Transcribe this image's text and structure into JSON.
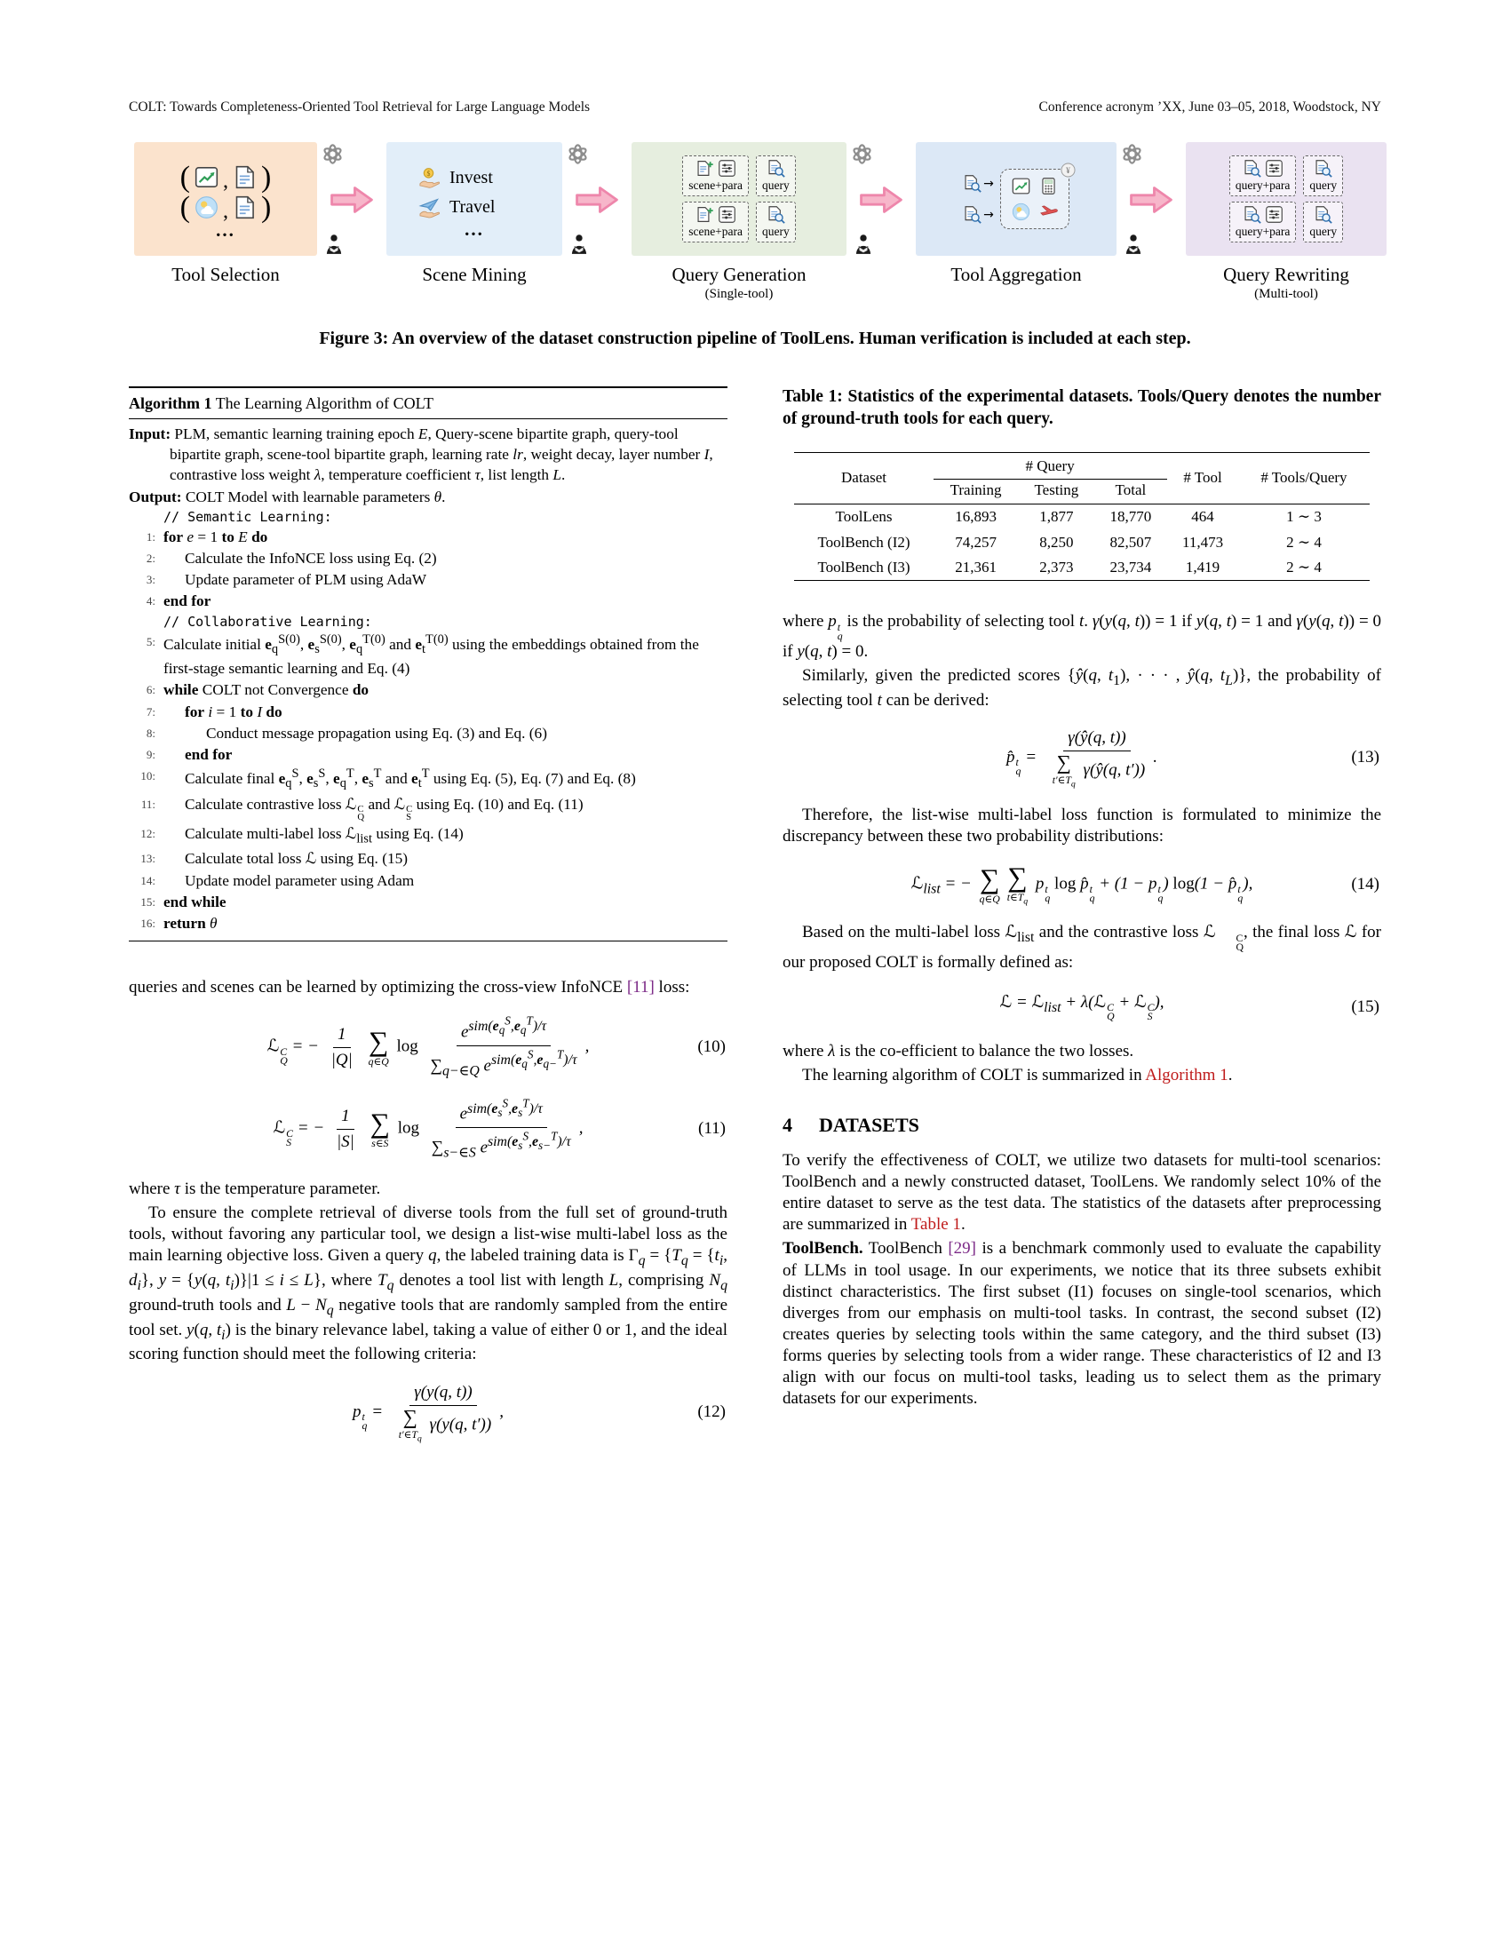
{
  "header": {
    "left": "COLT: Towards Completeness-Oriented Tool Retrieval for Large Language Models",
    "right": "Conference acronym ’XX, June 03–05, 2018, Woodstock, NY"
  },
  "colors": {
    "stage_tool_selection": "#fbe3cd",
    "stage_scene_mining": "#e2eef9",
    "stage_query_generation": "#e6eedf",
    "stage_tool_aggregation": "#dce8f6",
    "stage_query_rewriting": "#eae2f1",
    "arrow_pink": "#f7b6ca",
    "cite_purple": "#7c2a87",
    "ref_red": "#bf1a1a"
  },
  "figure": {
    "caption": "Figure 3: An overview of the dataset construction pipeline of ToolLens. Human verification is included at each step.",
    "ellipsis": "...",
    "paren_open": "(",
    "paren_close": ")",
    "comma": ",",
    "mini_arrow": "→",
    "stages": [
      {
        "label": "Tool Selection",
        "sublabel": ""
      },
      {
        "label": "Scene Mining",
        "sublabel": ""
      },
      {
        "label": "Query Generation",
        "sublabel": "(Single-tool)"
      },
      {
        "label": "Tool Aggregation",
        "sublabel": ""
      },
      {
        "label": "Query Rewriting",
        "sublabel": "(Multi-tool)"
      }
    ],
    "scene_mining": {
      "items": [
        "Invest",
        "Travel"
      ]
    },
    "query_generation": {
      "box1": "scene+para",
      "box2": "query"
    },
    "query_rewriting": {
      "box1": "query+para",
      "box2": "query"
    },
    "icons": [
      "chart-icon",
      "document-icon",
      "weather-icon",
      "invest-icon",
      "travel-icon",
      "scene-plus-icon",
      "sliders-icon",
      "query-doc-icon",
      "calculator-icon",
      "yen-coin-icon",
      "plane-icon",
      "gpt-icon",
      "person-icon",
      "arrow-right-icon"
    ]
  },
  "algorithm": {
    "title_label": "Algorithm 1",
    "title_text": "The Learning Algorithm of COLT",
    "input_html": "<b>Input:</b> PLM, semantic learning training epoch <i>E</i>, Query-scene bipartite graph, query-tool bipartite graph, scene-tool bipartite graph, learning rate <i>lr</i>, weight decay, layer number <i>I</i>, contrastive loss weight <i>λ</i>, temperature coefficient <i>τ</i>, list length <i>L</i>.",
    "output_html": "<b>Output:</b> COLT Model with learnable parameters <i>θ</i>.",
    "lines": [
      {
        "num": "",
        "html": "// Semantic Learning:"
      },
      {
        "num": "1:",
        "html": "<b>for</b> <i>e</i> = 1 <b>to</b> <i>E</i> <b>do</b>"
      },
      {
        "num": "2:",
        "html": "Calculate the InfoNCE loss using Eq. (2)"
      },
      {
        "num": "3:",
        "html": "Update parameter of PLM using AdaW"
      },
      {
        "num": "4:",
        "html": "<b>end for</b>"
      },
      {
        "num": "",
        "html": "// Collaborative Learning:"
      },
      {
        "num": "5:",
        "html": "Calculate initial <b>e</b><sub>q</sub><sup>S(0)</sup>, <b>e</b><sub>s</sub><sup>S(0)</sup>, <b>e</b><sub>q</sub><sup>T(0)</sup> and <b>e</b><sub>t</sub><sup>T(0)</sup> using the embeddings obtained from the first-stage semantic learning and Eq. (4)"
      },
      {
        "num": "6:",
        "html": "<b>while</b> COLT not Convergence <b>do</b>"
      },
      {
        "num": "7:",
        "html": "<b>for</b> <i>i</i> = 1 <b>to</b> <i>I</i> <b>do</b>"
      },
      {
        "num": "8:",
        "html": "Conduct message propagation using Eq. (3) and Eq. (6)"
      },
      {
        "num": "9:",
        "html": "<b>end for</b>"
      },
      {
        "num": "10:",
        "html": "Calculate final <b>e</b><sub>q</sub><sup>S</sup>, <b>e</b><sub>s</sub><sup>S</sup>, <b>e</b><sub>q</sub><sup>T</sup>, <b>e</b><sub>s</sub><sup>T</sup> and <b>e</b><sub>t</sub><sup>T</sup> using Eq. (5), Eq. (7) and Eq. (8)"
      },
      {
        "num": "11:",
        "html": "Calculate contrastive loss ℒ<span class='ss'><span>C</span><span>Q</span></span> and ℒ<span class='ss'><span>C</span><span>S</span></span> using Eq. (10) and Eq. (11)"
      },
      {
        "num": "12:",
        "html": "Calculate multi-label loss ℒ<sub>list</sub> using Eq. (14)"
      },
      {
        "num": "13:",
        "html": "Calculate total loss ℒ using Eq. (15)"
      },
      {
        "num": "14:",
        "html": "Update model parameter using Adam"
      },
      {
        "num": "15:",
        "html": "<b>end while</b>"
      },
      {
        "num": "16:",
        "html": "<b>return</b> <i>θ</i>"
      }
    ]
  },
  "left_column": {
    "p1_html": "queries and scenes can be learned by optimizing the cross-view InfoNCE <span class='cite'>[11]</span> loss:",
    "p2_html": "where <i>τ</i> is the temperature parameter.",
    "p3_html": "To ensure the complete retrieval of diverse tools from the full set of ground-truth tools, without favoring any particular tool, we design a list-wise multi-label loss as the main learning objective loss. Given a query <i>q</i>, the labeled training data is Γ<sub><i>q</i></sub> = {<i>T<sub>q</sub></i> = {<i>t<sub>i</sub></i>, <i>d<sub>i</sub></i>}, <i>y</i> = {<i>y</i>(<i>q</i>, <i>t<sub>i</sub></i>)}|1 ≤ <i>i</i> ≤ <i>L</i>}, where <i>T<sub>q</sub></i> denotes a tool list with length <i>L</i>, comprising <i>N<sub>q</sub></i> ground-truth tools and <i>L</i> − <i>N<sub>q</sub></i> negative tools that are randomly sampled from the entire tool set. <i>y</i>(<i>q</i>, <i>t<sub>i</sub></i>) is the binary relevance label, taking a value of either 0 or 1, and the ideal scoring function should meet the following criteria:"
  },
  "equations": {
    "eq10": {
      "tag": "(10)",
      "html": "ℒ<span class='ss'><span>C</span><span>Q</span></span> = − <span class='frac'><span class='num'>1</span><span class='den'>|Q|</span></span> <span class='sumop'><span class='op'>∑</span><span class='under'>q∈Q</span></span> <span class='up'>log</span> <span class='frac'><span class='num'>e<sup>sim(<b>e</b><sub>q</sub><sup>S</sup>,<b>e</b><sub>q</sub><sup>T</sup>)/τ</sup></span><span class='den'>∑<sub>q−∈Q</sub> e<sup>sim(<b>e</b><sub>q</sub><sup>S</sup>,<b>e</b><sub>q−</sub><sup>T</sup>)/τ</sup></span></span>,"
    },
    "eq11": {
      "tag": "(11)",
      "html": "ℒ<span class='ss'><span>C</span><span>S</span></span> = − <span class='frac'><span class='num'>1</span><span class='den'>|S|</span></span> <span class='sumop'><span class='op'>∑</span><span class='under'>s∈S</span></span> <span class='up'>log</span> <span class='frac'><span class='num'>e<sup>sim(<b>e</b><sub>s</sub><sup>S</sup>,<b>e</b><sub>s</sub><sup>T</sup>)/τ</sup></span><span class='den'>∑<sub>s−∈S</sub> e<sup>sim(<b>e</b><sub>s</sub><sup>S</sup>,<b>e</b><sub>s−</sub><sup>T</sup>)/τ</sup></span></span>,"
    },
    "eq12": {
      "tag": "(12)",
      "html": "p<span class='ss'><span>t</span><span>q</span></span> = <span class='frac'><span class='num'>γ(y(q, t))</span><span class='den'><span class='sumop sm'><span class='op'>∑</span><span class='under'>t′∈T<sub>q</sub></span></span> γ(y(q, t′))</span></span>,"
    },
    "eq13": {
      "tag": "(13)",
      "html": "p̂<span class='ss'><span>t</span><span>q</span></span> = <span class='frac'><span class='num'>γ(ŷ(q, t))</span><span class='den'><span class='sumop sm'><span class='op'>∑</span><span class='under'>t′∈T<sub>q</sub></span></span> γ(ŷ(q, t′))</span></span>."
    },
    "eq14": {
      "tag": "(14)",
      "html": "ℒ<sub>list</sub> = − <span class='sumop'><span class='op'>∑</span><span class='under'>q∈Q</span></span><span class='sumop'><span class='op'>∑</span><span class='under'>t∈T<sub>q</sub></span></span> p<span class='ss'><span>t</span><span>q</span></span> <span class='up'>log</span> p̂<span class='ss'><span>t</span><span>q</span></span> + (1 − p<span class='ss'><span>t</span><span>q</span></span>) <span class='up'>log</span>(1 − p̂<span class='ss'><span>t</span><span>q</span></span>),"
    },
    "eq15": {
      "tag": "(15)",
      "html": "ℒ = ℒ<sub>list</sub> + λ(ℒ<span class='ss'><span>C</span><span>Q</span></span> + ℒ<span class='ss'><span>C</span><span>S</span></span>),"
    }
  },
  "table": {
    "caption": "Table 1: Statistics of the experimental datasets. Tools/Query denotes the number of ground-truth tools for each query.",
    "headers": {
      "dataset": "Dataset",
      "query_group": "# Query",
      "training": "Training",
      "testing": "Testing",
      "total": "Total",
      "tool": "# Tool",
      "tools_query": "# Tools/Query"
    },
    "rows": [
      [
        "ToolLens",
        "16,893",
        "1,877",
        "18,770",
        "464",
        "1 ∼ 3"
      ],
      [
        "ToolBench (I2)",
        "74,257",
        "8,250",
        "82,507",
        "11,473",
        "2 ∼ 4"
      ],
      [
        "ToolBench (I3)",
        "21,361",
        "2,373",
        "23,734",
        "1,419",
        "2 ∼ 4"
      ]
    ]
  },
  "right_column": {
    "p1_html": "where <i>p</i><span class='ss'><span><i>t</i></span><span><i>q</i></span></span> is the probability of selecting tool <i>t</i>. <i>γ</i>(<i>y</i>(<i>q</i>, <i>t</i>)) = 1 if <i>y</i>(<i>q</i>, <i>t</i>) = 1 and <i>γ</i>(<i>y</i>(<i>q</i>, <i>t</i>)) = 0 if <i>y</i>(<i>q</i>, <i>t</i>) = 0.",
    "p2_html": "Similarly, given the predicted scores {<i>ŷ</i>(<i>q</i>, <i>t</i><sub>1</sub>), · · · , <i>ŷ</i>(<i>q</i>, <i>t<sub>L</sub></i>)}, the probability of selecting tool <i>t</i> can be derived:",
    "p3_html": "Therefore, the list-wise multi-label loss function is formulated to minimize the discrepancy between these two probability distributions:",
    "p4_html": "Based on the multi-label loss ℒ<sub>list</sub> and the contrastive loss ℒ<span class='ss'><span>C</span><span>Q</span></span>, the final loss ℒ for our proposed COLT is formally defined as:",
    "p5_html": "where <i>λ</i> is the co-efficient to balance the two losses.",
    "p6_html": "The learning algorithm of COLT is summarized in <span class='ref'>Algorithm 1</span>."
  },
  "section4": {
    "number": "4",
    "title": "DATASETS",
    "p1_html": "To verify the effectiveness of COLT, we utilize two datasets for multi-tool scenarios: ToolBench and a newly constructed dataset, ToolLens. We randomly select 10% of the entire dataset to serve as the test data. The statistics of the datasets after preprocessing are summarized in <span class='ref'>Table 1</span>.",
    "p2_html": "<b>ToolBench.</b> ToolBench <span class='cite'>[29]</span> is a benchmark commonly used to evaluate the capability of LLMs in tool usage. In our experiments, we notice that its three subsets exhibit distinct characteristics. The first subset (I1) focuses on single-tool scenarios, which diverges from our emphasis on multi-tool tasks. In contrast, the second subset (I2) creates queries by selecting tools within the same category, and the third subset (I3) forms queries by selecting tools from a wider range. These characteristics of I2 and I3 align with our focus on multi-tool tasks, leading us to select them as the primary datasets for our experiments."
  }
}
